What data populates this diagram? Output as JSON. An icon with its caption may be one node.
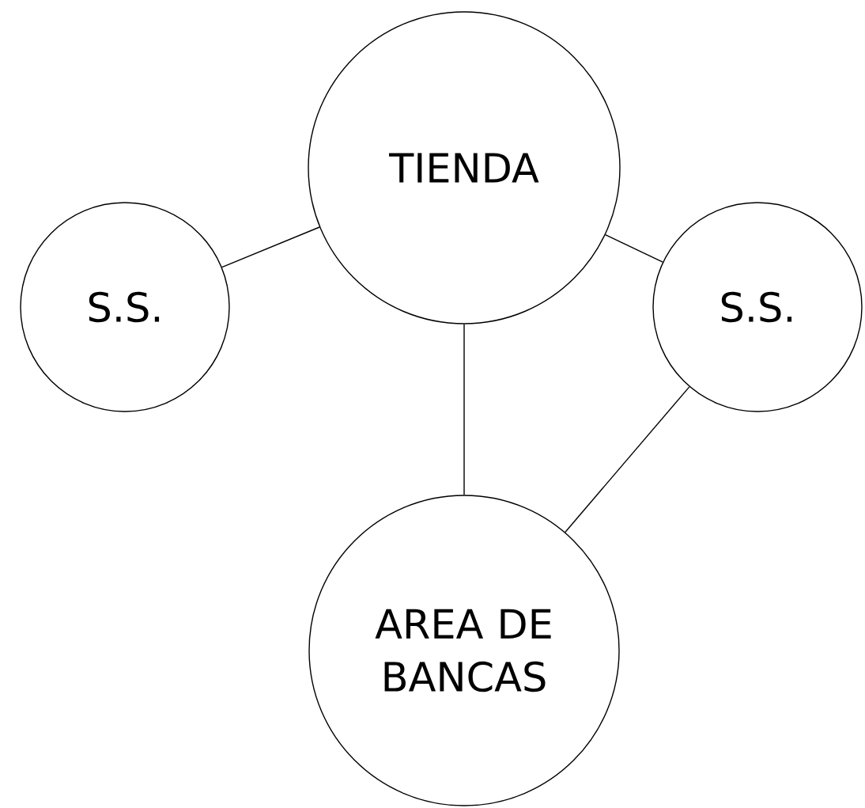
{
  "diagram": {
    "nodes": [
      {
        "text": [
          "TIENDA"
        ]
      },
      {
        "text": [
          "S.S."
        ]
      },
      {
        "text": [
          "S.S."
        ]
      },
      {
        "text": [
          "AREA DE BANCAS"
        ]
      }
    ],
    "edges": [
      {
        "from": 0,
        "to": 1,
        "arrow": "none"
      },
      {
        "from": 0,
        "to": 2,
        "arrow": "none"
      },
      {
        "from": 0,
        "to": 3,
        "arrow": "none"
      },
      {
        "from": 2,
        "to": 3,
        "arrow": "none"
      }
    ]
  }
}
